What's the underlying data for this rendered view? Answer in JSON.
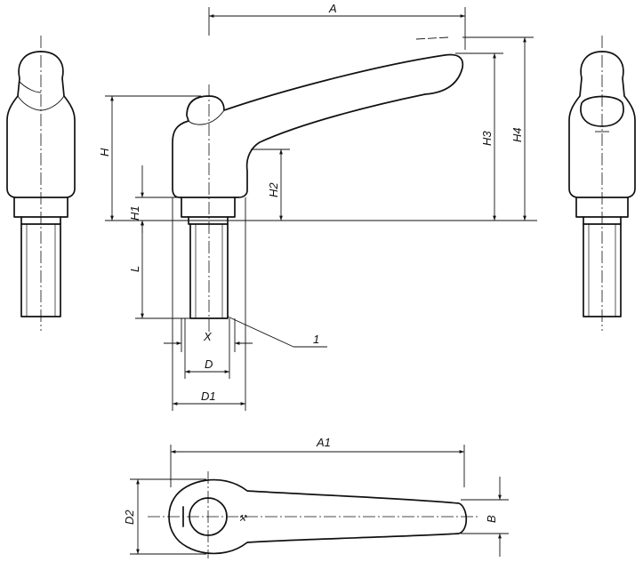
{
  "labels": {
    "A": "A",
    "H": "H",
    "H1": "H1",
    "H2": "H2",
    "H3": "H3",
    "H4": "H4",
    "L": "L",
    "X": "X",
    "D": "D",
    "D1": "D1",
    "callout": "1",
    "A1": "A1",
    "D2": "D2",
    "B": "B"
  }
}
